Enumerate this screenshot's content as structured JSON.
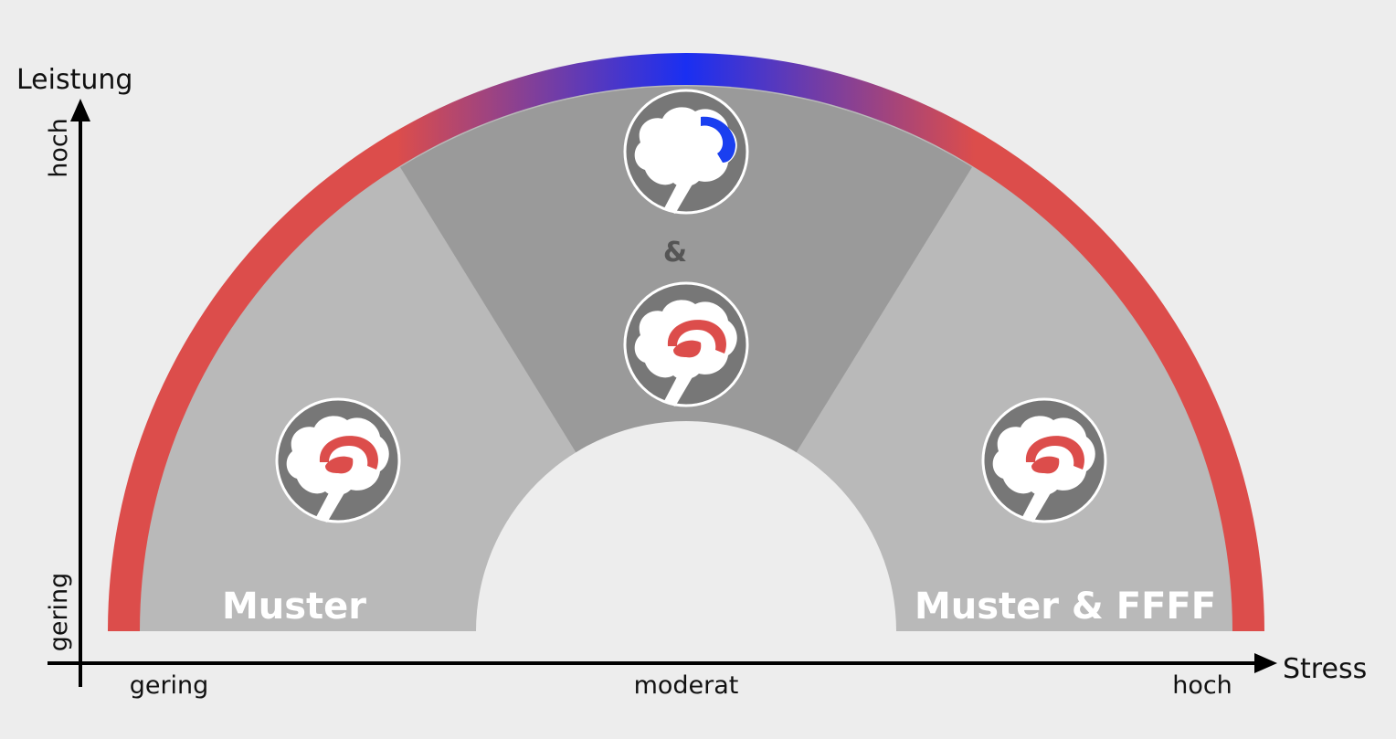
{
  "axes": {
    "y_title": "Leistung",
    "y_high": "hoch",
    "y_low": "gering",
    "x_title": "Stress",
    "x_low": "gering",
    "x_mid": "moderat",
    "x_high": "hoch"
  },
  "zones": {
    "left_label": "Muster",
    "center_joiner": "&",
    "right_label": "Muster & FFFF"
  },
  "colors": {
    "background": "#ededed",
    "arc_red": "#dc4d4b",
    "arc_blue": "#1a2ff2",
    "side_zone": "#b9b9b9",
    "center_zone": "#9a9a9a",
    "inner_hole": "#ededed",
    "badge_fill": "#777777",
    "badge_ring": "#ffffff",
    "brain": "#ffffff",
    "limbic_highlight": "#dc4d4b",
    "cortex_highlight": "#1a3ff0"
  },
  "icons": {
    "brain": "brain-icon",
    "axis_arrow": "arrow-icon"
  }
}
